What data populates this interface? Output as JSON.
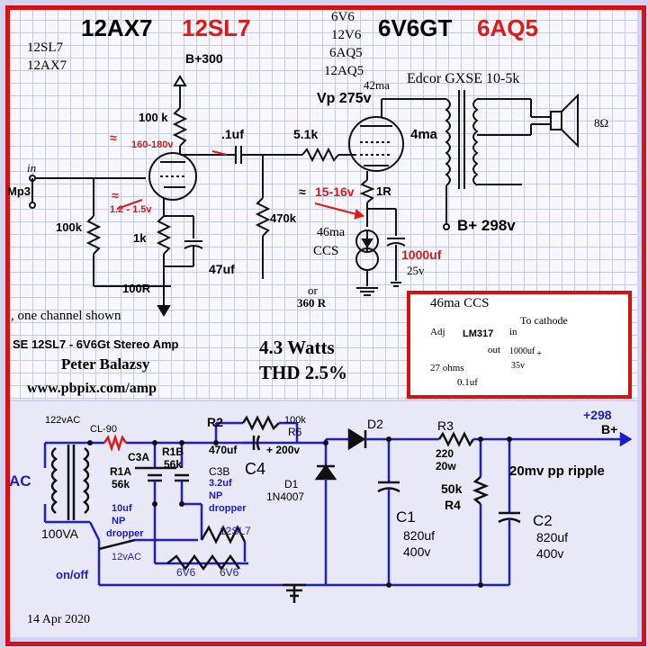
{
  "header": {
    "tube_v1_a": "12AX7",
    "tube_v1_b": "12SL7",
    "tube_v2_list": [
      "6V6",
      "12V6",
      "6AQ5",
      "12AQ5"
    ],
    "tube_v2_a": "6V6GT",
    "tube_v2_b": "6AQ5",
    "left_tubes": [
      "12SL7",
      "12AX7"
    ]
  },
  "preamp": {
    "bplus": "B+300",
    "r_plate": "100 k",
    "plate_v": "160-180v",
    "r_in": "100k",
    "cathode_v": "1.2 - 1.5v",
    "r_cathode": "1k",
    "c_cathode": "47uf",
    "r_bottom": "100R",
    "input_label": "in",
    "input_src": "Mp3",
    "approx": "≈"
  },
  "coupling": {
    "cap": ".1uf",
    "r_series": "5.1k",
    "r_grid": "470k"
  },
  "output": {
    "current_top": "42ma",
    "vp": "Vp 275v",
    "tx": "Edcor GXSE 10-5k",
    "speaker": "8Ω",
    "current": "4ma",
    "cathode_v": "15-16v",
    "r_cathode": "1R",
    "ccs_current": "46ma",
    "ccs": "CCS",
    "or_text": "or",
    "alt_r": "360 R",
    "cap": "1000uf",
    "cap_v": "25v",
    "bplus": "B+ 298v"
  },
  "ccs_box": {
    "title": "46ma CCS",
    "to_cathode": "To cathode",
    "adj": "Adj",
    "chip": "LM317",
    "in": "in",
    "out": "out",
    "r": "27 ohms",
    "c1": "0.1uf",
    "c2": "1000uf",
    "c2v": "35v",
    "plus": "+"
  },
  "info": {
    "channel_note": ", one channel shown",
    "title": "SE 12SL7 - 6V6Gt  Stereo Amp",
    "author": "Peter Balazsy",
    "url": "www.pbpix.com/amp",
    "watts": "4.3 Watts",
    "thd": "THD 2.5%"
  },
  "psu": {
    "vac": "122vAC",
    "cl": "CL-90",
    "ac": "AC",
    "va": "100VA",
    "onoff": "on/off",
    "v12": "12vAC",
    "r2": "R2",
    "r6_val": "100k",
    "r6": "R6",
    "c4_val": "470uf",
    "c4_v": "+ 200v",
    "c4": "C4",
    "c3a": "C3A",
    "r1a": "R1A",
    "r1a_val": "56k",
    "r1b": "R1B",
    "r1b_val": "56k",
    "c3b": "C3B",
    "c3b_val": "3.2uf",
    "np": "NP",
    "dropper": "dropper",
    "c3a_val": "10uf",
    "heater_12sl7": "12SL7",
    "heater_6v6_a": "6V6",
    "heater_6v6_b": "6V6",
    "d1": "D1",
    "d1_part": "1N4007",
    "d2": "D2",
    "c1": "C1",
    "c1_val": "820uf",
    "c1_v": "400v",
    "r3": "R3",
    "r3_val": "220",
    "r3_w": "20w",
    "r4_val": "50k",
    "r4": "R4",
    "ripple": "20mv pp ripple",
    "c2": "C2",
    "c2_val": "820uf",
    "c2_v": "400v",
    "out_v": "+298",
    "out_b": "B+",
    "date": "14 Apr 2020"
  },
  "colors": {
    "border": "#d81010",
    "wire_blue": "#1c1cd0",
    "red": "#e01818"
  }
}
